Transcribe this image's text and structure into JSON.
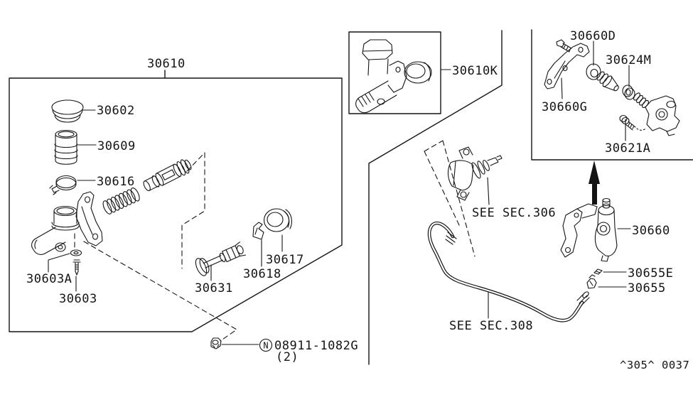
{
  "page": {
    "background": "#ffffff",
    "line_color": "#141414"
  },
  "parts": {
    "30610": "30610",
    "30602": "30602",
    "30609": "30609",
    "30616": "30616",
    "30603A": "30603A",
    "30603": "30603",
    "30631": "30631",
    "30618": "30618",
    "30617": "30617",
    "30610K": "30610K",
    "30660D": "30660D",
    "30624M": "30624M",
    "30660G": "30660G",
    "30621A": "30621A",
    "30660": "30660",
    "30655E": "30655E",
    "30655": "30655"
  },
  "hardware_note": {
    "symbol": "N",
    "part_number": "08911-1082G",
    "quantity": "(2)"
  },
  "references": {
    "sec306": "SEE SEC.306",
    "sec308": "SEE SEC.308"
  },
  "figure_code": "^305^ 0037",
  "icons": {
    "up_arrow": "solid-up-arrow"
  }
}
